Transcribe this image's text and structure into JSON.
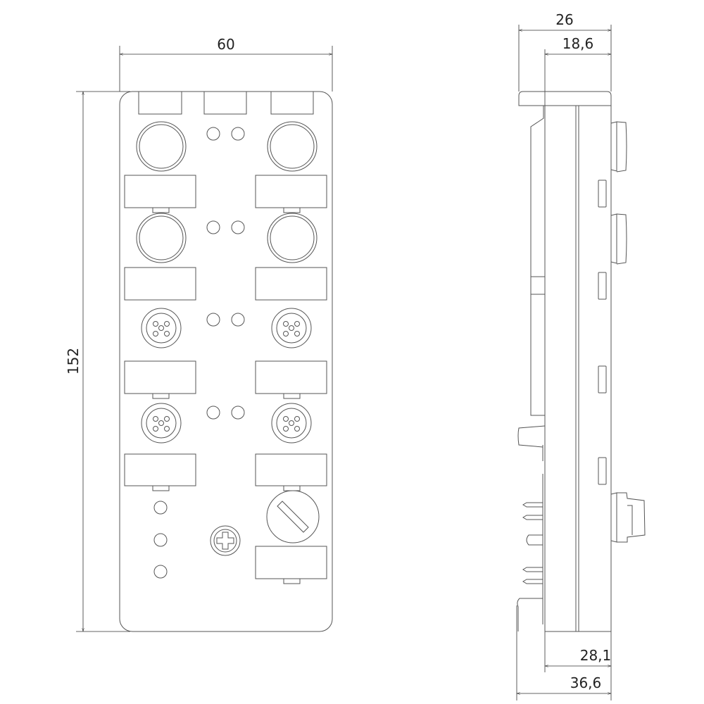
{
  "drawing": {
    "front_view": {
      "width_dim": "60",
      "height_dim": "152"
    },
    "side_view": {
      "depth_top_total": "26",
      "depth_top_body": "18,6",
      "depth_bottom_body": "28,1",
      "depth_bottom_total": "36,6"
    },
    "line_color": "#555555"
  }
}
